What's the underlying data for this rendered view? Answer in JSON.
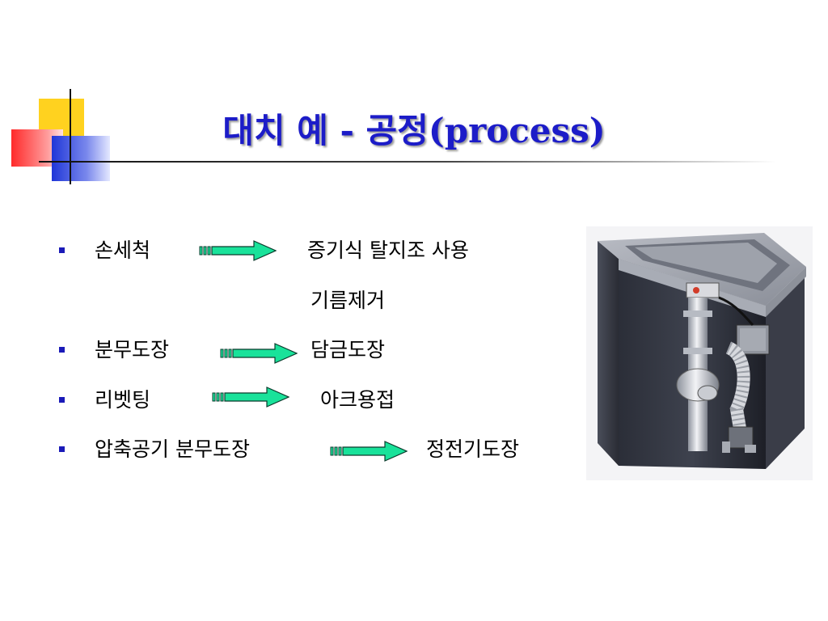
{
  "title": "대치 예 - 공정(process)",
  "items": [
    {
      "before": "손세척",
      "after": "증기식 탈지조 사용",
      "after_line2": "기름제거"
    },
    {
      "before": "분무도장",
      "after": "담금도장"
    },
    {
      "before": "리벳팅",
      "after": "아크용접"
    },
    {
      "before": "압축공기 분무도장",
      "after": "정전기도장"
    }
  ],
  "colors": {
    "title": "#1c1cc8",
    "bullet": "#1a1ab8",
    "arrow_fill": "#19e29a",
    "arrow_stroke": "#0b3b2c",
    "deco_yellow": "#ffd21f",
    "deco_red": "#ff2a2a",
    "deco_blue": "#1f36d8"
  },
  "icons": [
    "striped-block-arrow-icon",
    "square-bullet-icon"
  ]
}
